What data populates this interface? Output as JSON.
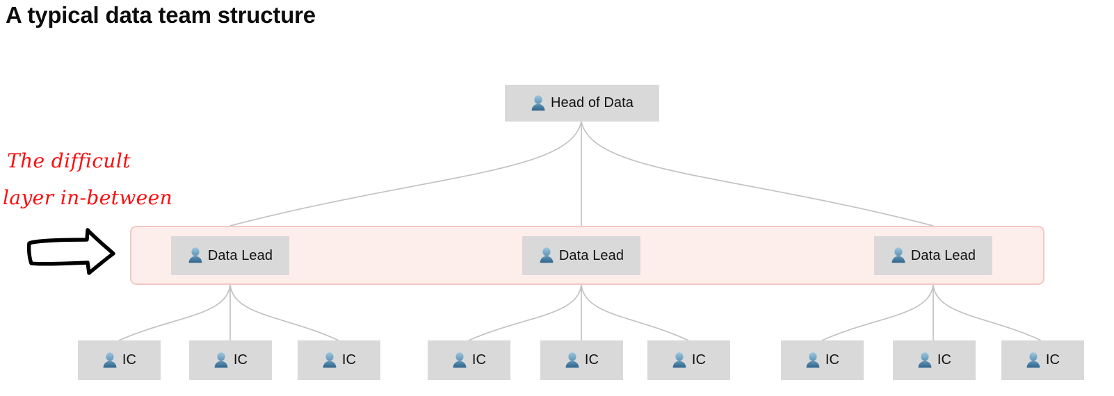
{
  "title": "A typical data team structure",
  "annotation": {
    "line1": "The difficult",
    "line2": "layer in-between",
    "color": "#fd0b0b",
    "arrow_icon": "hand-drawn-right-arrow"
  },
  "colors": {
    "background": "#ffffff",
    "node_fill": "#d9d9d9",
    "node_text": "#111111",
    "band_fill": "#fdeeec",
    "band_border": "#f2c7c4",
    "connector": "#c2c2c2",
    "person_icon_light": "#7fb3d1",
    "person_icon_dark": "#3b7295",
    "annotation_red": "#fd0b0b",
    "title_text": "#0d0d0d"
  },
  "chart_data": {
    "type": "diagram",
    "subtype": "org-chart-tree",
    "title": "A typical data team structure",
    "levels": [
      {
        "level": 0,
        "role": "Head of Data",
        "count": 1
      },
      {
        "level": 1,
        "role": "Data Lead",
        "count": 3
      },
      {
        "level": 2,
        "role": "IC",
        "count": 9
      }
    ],
    "edges": [
      {
        "from": "Head of Data",
        "to": "Data Lead 1"
      },
      {
        "from": "Head of Data",
        "to": "Data Lead 2"
      },
      {
        "from": "Head of Data",
        "to": "Data Lead 3"
      },
      {
        "from": "Data Lead 1",
        "to": "IC 1"
      },
      {
        "from": "Data Lead 1",
        "to": "IC 2"
      },
      {
        "from": "Data Lead 1",
        "to": "IC 3"
      },
      {
        "from": "Data Lead 2",
        "to": "IC 4"
      },
      {
        "from": "Data Lead 2",
        "to": "IC 5"
      },
      {
        "from": "Data Lead 2",
        "to": "IC 6"
      },
      {
        "from": "Data Lead 3",
        "to": "IC 7"
      },
      {
        "from": "Data Lead 3",
        "to": "IC 8"
      },
      {
        "from": "Data Lead 3",
        "to": "IC 9"
      }
    ],
    "highlight": {
      "layer": "Data Lead",
      "note": "The difficult layer in-between"
    }
  },
  "nodes": {
    "head": {
      "label": "Head of Data",
      "icon": "person-icon"
    },
    "leads": [
      {
        "label": "Data Lead",
        "icon": "person-icon"
      },
      {
        "label": "Data Lead",
        "icon": "person-icon"
      },
      {
        "label": "Data Lead",
        "icon": "person-icon"
      }
    ],
    "ics": [
      {
        "label": "IC",
        "icon": "person-icon"
      },
      {
        "label": "IC",
        "icon": "person-icon"
      },
      {
        "label": "IC",
        "icon": "person-icon"
      },
      {
        "label": "IC",
        "icon": "person-icon"
      },
      {
        "label": "IC",
        "icon": "person-icon"
      },
      {
        "label": "IC",
        "icon": "person-icon"
      },
      {
        "label": "IC",
        "icon": "person-icon"
      },
      {
        "label": "IC",
        "icon": "person-icon"
      },
      {
        "label": "IC",
        "icon": "person-icon"
      }
    ]
  }
}
